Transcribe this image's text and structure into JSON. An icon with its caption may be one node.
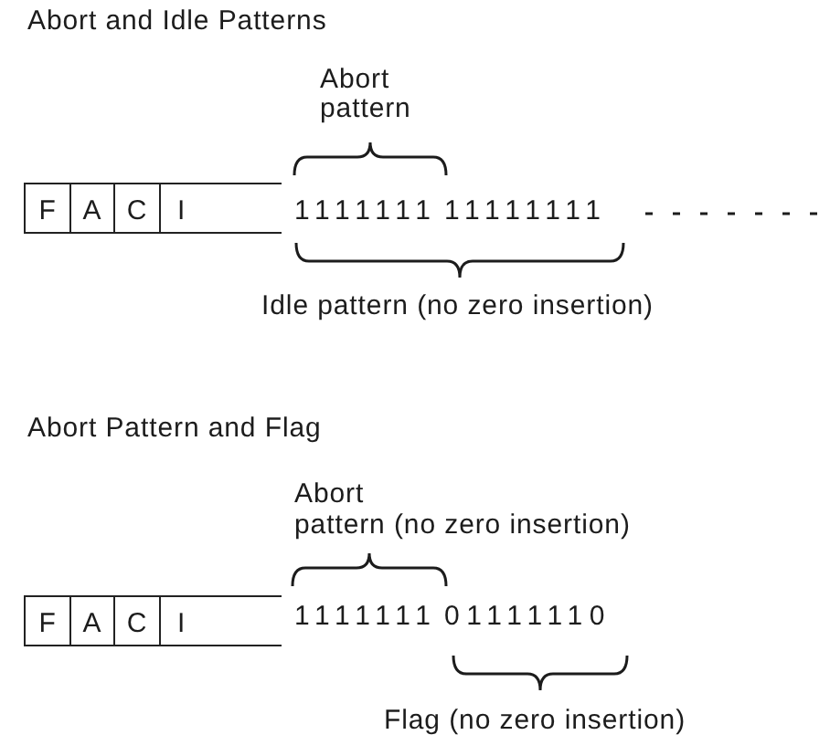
{
  "diagram": {
    "nodes": [
      {
        "text": [
          "F"
        ]
      },
      {
        "text": [
          "A"
        ]
      },
      {
        "text": [
          "C"
        ]
      },
      {
        "text": [
          "I"
        ]
      },
      {
        "text": [
          "F"
        ]
      },
      {
        "text": [
          "A"
        ]
      },
      {
        "text": [
          "C"
        ]
      },
      {
        "text": [
          "I"
        ]
      }
    ],
    "labels": [
      "Abort and Idle Patterns",
      "Abort pattern",
      "1111111 11111111",
      "Idle pattern (no zero insertion)",
      "Abort Pattern and Flag",
      "Abort pattern (no zero insertion)",
      "1111111 01111110",
      "Flag (no zero insertion)"
    ]
  }
}
